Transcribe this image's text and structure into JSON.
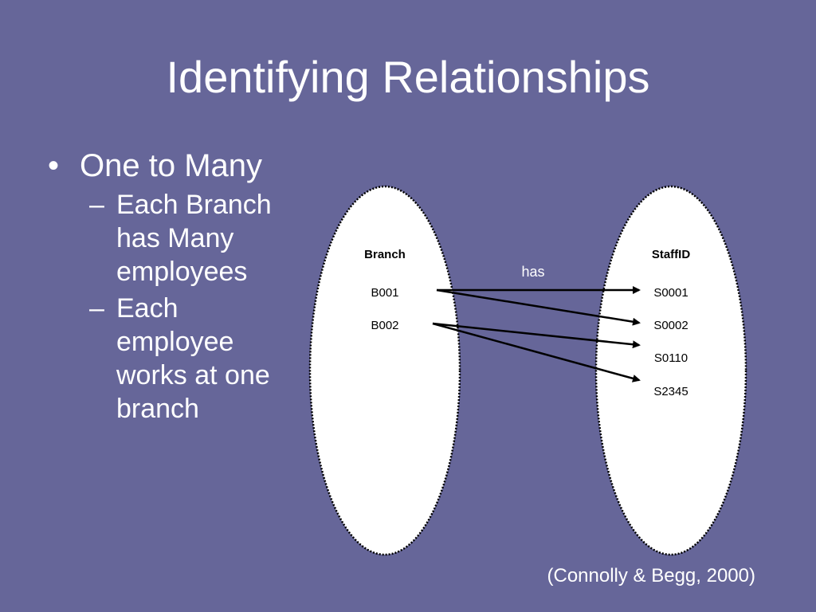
{
  "slide": {
    "title": "Identifying Relationships",
    "bullets": [
      {
        "marker": "•",
        "text": "One to Many",
        "children": [
          {
            "marker": "–",
            "text": "Each Branch has Many employees"
          },
          {
            "marker": "–",
            "text": "Each employee works at one branch"
          }
        ]
      }
    ],
    "citation": "(Connolly & Begg, 2000)"
  },
  "diagram": {
    "left_set": {
      "header": "Branch",
      "items": [
        "B001",
        "B002"
      ]
    },
    "right_set": {
      "header": "StaffID",
      "items": [
        "S0001",
        "S0002",
        "S0110",
        "S2345"
      ]
    },
    "relationship_label": "has",
    "links": [
      {
        "from": "B001",
        "to": "S0001"
      },
      {
        "from": "B001",
        "to": "S0002"
      },
      {
        "from": "B002",
        "to": "S0110"
      },
      {
        "from": "B002",
        "to": "S2345"
      }
    ]
  },
  "colors": {
    "background": "#666699",
    "text": "#ffffff",
    "ellipse_fill": "#ffffff",
    "ellipse_border": "#000000",
    "arrow": "#000000"
  }
}
